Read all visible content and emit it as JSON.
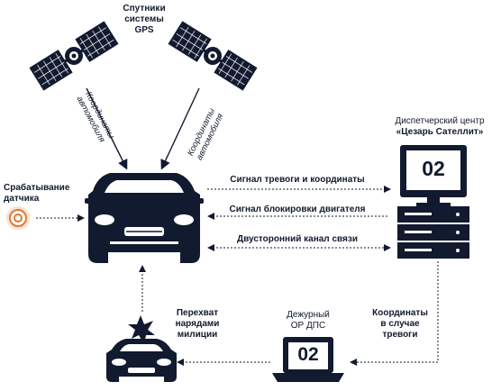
{
  "colors": {
    "ink": "#111a2e",
    "accent": "#e07a2e",
    "background": "#ffffff"
  },
  "satellites": {
    "label_line1": "Спутники",
    "label_line2": "системы",
    "label_line3": "GPS"
  },
  "coord_left": {
    "line1": "Координаты",
    "line2": "автомобиля"
  },
  "coord_right": {
    "line1": "Координаты",
    "line2": "автомобиля"
  },
  "dispatch": {
    "label_line1": "Диспетчерский центр",
    "label_line2": "«Цезарь Сателлит»",
    "screen_number": "02"
  },
  "sensor": {
    "label_line1": "Срабатывание",
    "label_line2": "датчика"
  },
  "links": {
    "alarm": "Сигнал тревоги и координаты",
    "engine_block": "Сигнал блокировки двигателя",
    "two_way": "Двусторонний канал связи"
  },
  "police": {
    "label_line1": "Перехват",
    "label_line2": "нарядами",
    "label_line3": "милиции"
  },
  "duty": {
    "label_line1": "Дежурный",
    "label_line2": "ОР ДПС",
    "screen_number": "02"
  },
  "alarm_coords": {
    "line1": "Координаты",
    "line2": "в случае",
    "line3": "тревоги"
  },
  "icons": {
    "satellite_left": "satellite-icon",
    "satellite_right": "satellite-icon",
    "car": "car-icon",
    "server": "server-icon",
    "monitor": "monitor-icon",
    "laptop": "laptop-icon",
    "police_car": "police-car-icon",
    "sensor": "sensor-icon"
  }
}
